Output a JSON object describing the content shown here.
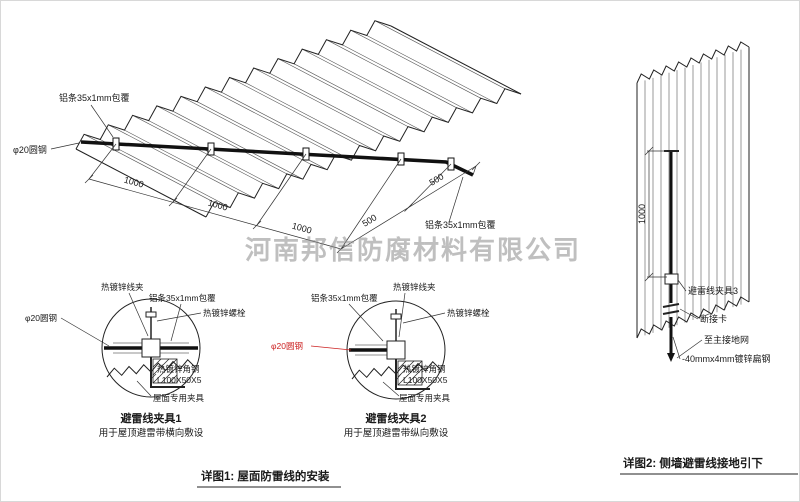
{
  "watermark": "河南邦信防腐材料有限公司",
  "main": {
    "label_alum_top": "铝条35x1mm包覆",
    "label_alum_right": "铝条35x1mm包覆",
    "label_steel": "φ20圆钢",
    "dims": [
      "1000",
      "1000",
      "1000",
      "500",
      "500"
    ],
    "caption": "详图1: 屋面防雷线的安装"
  },
  "detail1": {
    "title": "避雷线夹具1",
    "subtitle": "用于屋顶避雷带横向敷设",
    "label_clamp": "热镀锌线夹",
    "label_alum": "铝条35x1mm包覆",
    "label_bolt": "热镀锌螺栓",
    "label_steel": "φ20圆钢",
    "label_angle": "热镀锌角钢",
    "label_angle_size": "L100X50X5",
    "label_fixture": "屋面专用夹具"
  },
  "detail2": {
    "title": "避雷线夹具2",
    "subtitle": "用于屋顶避雷带纵向敷设",
    "label_clamp": "热镀锌线夹",
    "label_alum": "铝条35x1mm包覆",
    "label_bolt": "热镀锌螺栓",
    "label_steel": "φ20圆钢",
    "label_angle": "热镀锌角钢",
    "label_angle_size": "L100X50X5",
    "label_fixture": "屋面专用夹具"
  },
  "wall": {
    "dim": "1000",
    "label_clamp3": "避雷线夹具3",
    "label_break": "断接卡",
    "label_ground": "至主接地网",
    "label_flat": "-40mmx4mm镀锌扁钢",
    "caption": "详图2: 侧墙避雷线接地引下"
  },
  "colors": {
    "line": "#1a1a1a",
    "red": "#cc2222",
    "watermark": "#8c8c8c"
  }
}
